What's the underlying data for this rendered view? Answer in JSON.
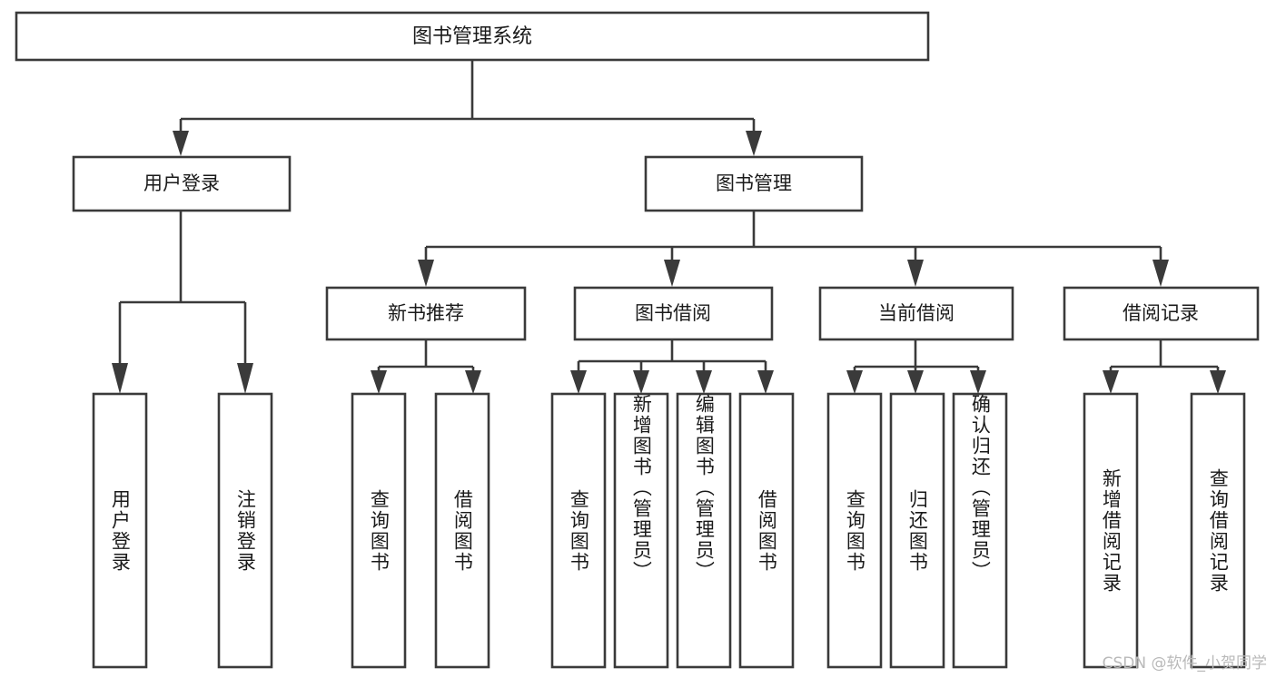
{
  "diagram": {
    "type": "tree",
    "title": "图书管理系统",
    "watermark": "CSDN @软件_小贺同学",
    "colors": {
      "background": "#ffffff",
      "stroke": "#3a3a3a",
      "text": "#1a1a1a",
      "watermark": "#b9b9b9"
    },
    "root": {
      "label": "图书管理系统"
    },
    "level2": [
      {
        "label": "用户登录"
      },
      {
        "label": "图书管理"
      }
    ],
    "level3": [
      {
        "label": "新书推荐"
      },
      {
        "label": "图书借阅"
      },
      {
        "label": "当前借阅"
      },
      {
        "label": "借阅记录"
      }
    ],
    "leaves": [
      {
        "label": "用户登录",
        "parent": "用户登录"
      },
      {
        "label": "注销登录",
        "parent": "用户登录"
      },
      {
        "label": "查询图书",
        "parent": "新书推荐"
      },
      {
        "label": "借阅图书",
        "parent": "新书推荐"
      },
      {
        "label": "查询图书",
        "parent": "图书借阅"
      },
      {
        "label": "新增图书（管理员）",
        "parent": "图书借阅"
      },
      {
        "label": "编辑图书（管理员）",
        "parent": "图书借阅"
      },
      {
        "label": "借阅图书",
        "parent": "图书借阅"
      },
      {
        "label": "查询图书",
        "parent": "当前借阅"
      },
      {
        "label": "归还图书",
        "parent": "当前借阅"
      },
      {
        "label": "确认归还（管理员）",
        "parent": "当前借阅"
      },
      {
        "label": "新增借阅记录",
        "parent": "借阅记录"
      },
      {
        "label": "查询借阅记录",
        "parent": "借阅记录"
      }
    ]
  }
}
